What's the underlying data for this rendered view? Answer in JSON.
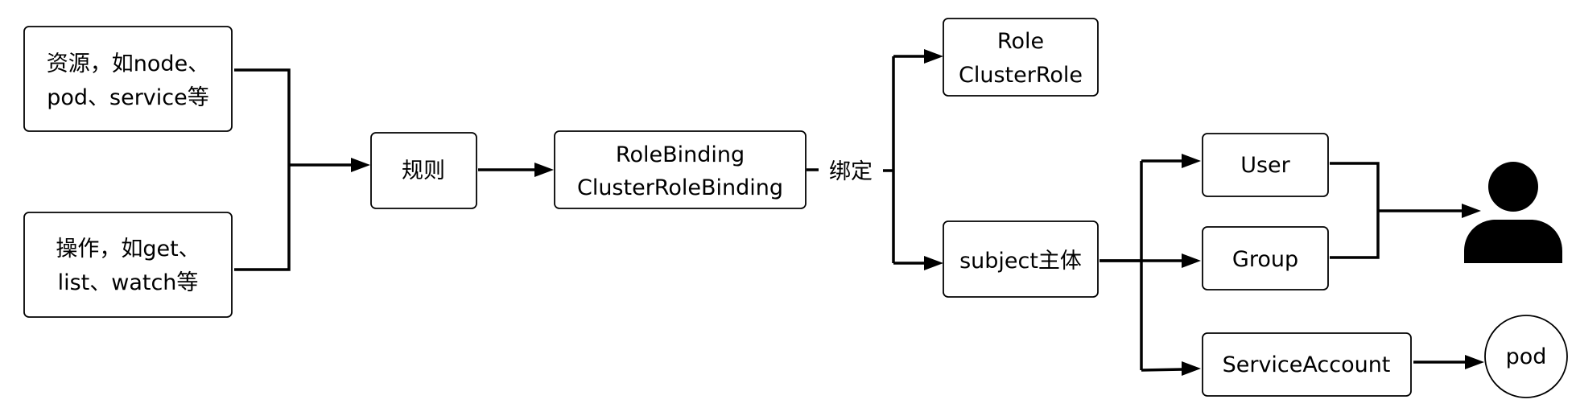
{
  "nodes": {
    "resources": {
      "lines": [
        "资源，如node、",
        "pod、service等"
      ]
    },
    "operations": {
      "lines": [
        "操作，如get、",
        "list、watch等"
      ]
    },
    "rules": {
      "label": "规则"
    },
    "role_binding": {
      "lines": [
        "RoleBinding",
        "ClusterRoleBinding"
      ]
    },
    "bind_label": {
      "label": "绑定"
    },
    "role": {
      "lines": [
        "Role",
        "ClusterRole"
      ]
    },
    "subject": {
      "label": "subject主体"
    },
    "user": {
      "label": "User"
    },
    "group": {
      "label": "Group"
    },
    "service_account": {
      "label": "ServiceAccount"
    },
    "pod": {
      "label": "pod"
    },
    "person": {
      "icon": "person-icon"
    }
  }
}
